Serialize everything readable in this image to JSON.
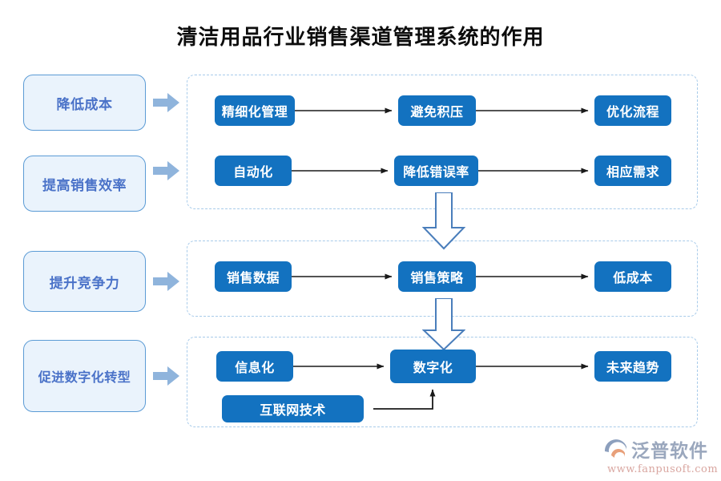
{
  "title": "清洁用品行业销售渠道管理系统的作用",
  "colors": {
    "node_fill": "#1372c0",
    "node_text": "#ffffff",
    "category_fill": "#eaf3fc",
    "category_border": "#5b9bd5",
    "category_text": "#4a72c8",
    "dashed_border": "#a8cbea",
    "feed_arrow": "#8fb4dc",
    "big_arrow_stroke": "#4a7ebb",
    "connector": "#1a1a1a",
    "logo_text": "#9aa7bd",
    "logo_url": "#d9a6a0",
    "logo_mark_blue": "#8c9fbd",
    "logo_mark_orange": "#e8a07a"
  },
  "categories": [
    {
      "id": "reduce-cost",
      "label": "降低成本"
    },
    {
      "id": "improve-efficiency",
      "label": "提高销售效率"
    },
    {
      "id": "boost-competitiveness",
      "label": "提升竞争力"
    },
    {
      "id": "digital-transformation",
      "label": "促进数字化转型"
    }
  ],
  "sections": [
    {
      "id": "section-cost-efficiency",
      "rows": [
        {
          "id": "row-1",
          "nodes": [
            "精细化管理",
            "避免积压",
            "优化流程"
          ]
        },
        {
          "id": "row-2",
          "nodes": [
            "自动化",
            "降低错误率",
            "相应需求"
          ]
        }
      ]
    },
    {
      "id": "section-competitiveness",
      "rows": [
        {
          "id": "row-3",
          "nodes": [
            "销售数据",
            "销售策略",
            "低成本"
          ]
        }
      ]
    },
    {
      "id": "section-digital",
      "rows": [
        {
          "id": "row-4",
          "nodes": [
            "信息化",
            "数字化",
            "未来趋势"
          ]
        },
        {
          "id": "row-5",
          "nodes": [
            "互联网技术"
          ]
        }
      ]
    }
  ],
  "nodes": {
    "jingxihua": "精细化管理",
    "bimianjiya": "避免积压",
    "youhualiucheng": "优化流程",
    "zidonghua": "自动化",
    "jiangdicuowu": "降低错误率",
    "xiangyingxuqiu": "相应需求",
    "xiaoshoushuju": "销售数据",
    "xiaoshoucelue": "销售策略",
    "dichengben": "低成本",
    "xinxihua": "信息化",
    "shuzihua": "数字化",
    "weilaiqushi": "未来趋势",
    "hulianwang": "互联网技术"
  },
  "logo": {
    "name": "泛普软件",
    "url": "www.fanpusoft.com"
  }
}
